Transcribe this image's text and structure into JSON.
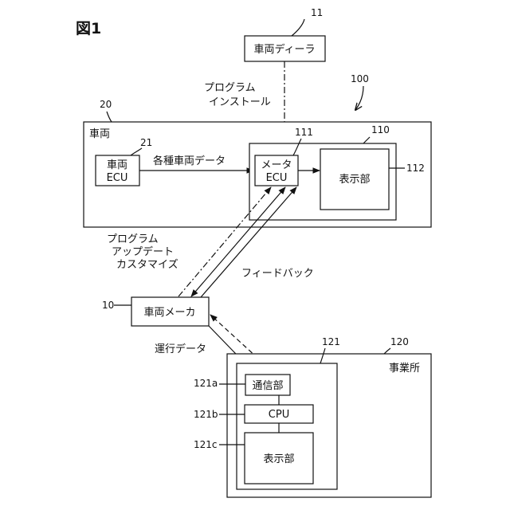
{
  "figure": {
    "title": "図1"
  },
  "dealer": {
    "ref": "11",
    "label": "車両ディーラ"
  },
  "system": {
    "ref": "100"
  },
  "install_label": {
    "line1": "プログラム",
    "line2": "インストール"
  },
  "vehicle": {
    "ref": "20",
    "label": "車両",
    "ecu": {
      "ref": "21",
      "line1": "車両",
      "line2": "ECU"
    },
    "data_label": "各種車両データ",
    "meter": {
      "ref": "110",
      "ecu": {
        "ref": "111",
        "line1": "メータ",
        "line2": "ECU"
      },
      "display": {
        "ref": "112",
        "label": "表示部"
      }
    }
  },
  "update_label": {
    "line1": "プログラム",
    "line2": "アップデート",
    "line3": "カスタマイズ"
  },
  "feedback_label": "フィードバック",
  "maker": {
    "ref": "10",
    "label": "車両メーカ"
  },
  "operation_label": "運行データ",
  "office": {
    "ref": "120",
    "label": "事業所",
    "terminal": {
      "ref": "121",
      "comm": {
        "ref": "121a",
        "label": "通信部"
      },
      "cpu": {
        "ref": "121b",
        "label": "CPU"
      },
      "display": {
        "ref": "121c",
        "label": "表示部"
      }
    }
  }
}
